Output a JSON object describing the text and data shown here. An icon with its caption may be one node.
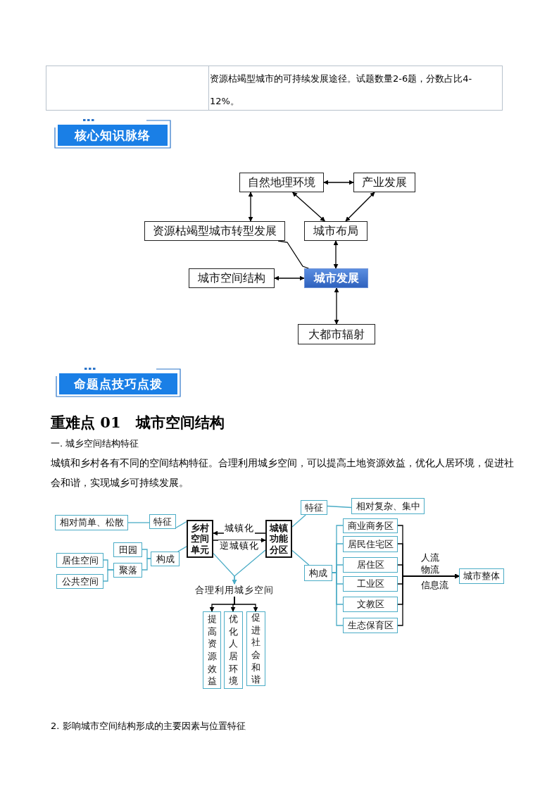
{
  "diagram": {
    "nodes": [
      {
        "text": [
          "自然地理环境"
        ]
      },
      {
        "text": [
          "产业发展"
        ]
      },
      {
        "text": [
          "资源枯竭型城市转型发展"
        ]
      },
      {
        "text": [
          "城市布局"
        ]
      },
      {
        "text": [
          "城市空间结构"
        ]
      },
      {
        "text": [
          "城市发展"
        ]
      },
      {
        "text": [
          "大都市辐射"
        ]
      },
      {
        "text": [
          "相对简单、松散"
        ]
      },
      {
        "text": [
          "特征"
        ]
      },
      {
        "text": [
          "田园"
        ]
      },
      {
        "text": [
          "居住空间"
        ]
      },
      {
        "text": [
          "聚落"
        ]
      },
      {
        "text": [
          "构成"
        ]
      },
      {
        "text": [
          "公共空间"
        ]
      },
      {
        "text": [
          "乡村空间单元"
        ]
      },
      {
        "text": [
          "城镇功能分区"
        ]
      },
      {
        "text": [
          "特征"
        ]
      },
      {
        "text": [
          "相对复杂、集中"
        ]
      },
      {
        "text": [
          "构成"
        ]
      },
      {
        "text": [
          "商业商务区"
        ]
      },
      {
        "text": [
          "居民住宅区"
        ]
      },
      {
        "text": [
          "居住区"
        ]
      },
      {
        "text": [
          "工业区"
        ]
      },
      {
        "text": [
          "文教区"
        ]
      },
      {
        "text": [
          "生态保育区"
        ]
      },
      {
        "text": [
          "城市整体"
        ]
      },
      {
        "text": [
          "合理利用城乡空间"
        ]
      },
      {
        "text": [
          "提高资源效益"
        ]
      },
      {
        "text": [
          "优化人居环境"
        ]
      },
      {
        "text": [
          "促进社会和谐"
        ]
      }
    ],
    "edges": [
      {
        "from": 0,
        "to": 1,
        "arrow": "both"
      },
      {
        "from": 0,
        "to": 2,
        "arrow": "both"
      },
      {
        "from": 0,
        "to": 3,
        "arrow": "both"
      },
      {
        "from": 1,
        "to": 3,
        "arrow": "both"
      },
      {
        "from": 2,
        "to": 5,
        "arrow": "none"
      },
      {
        "from": 3,
        "to": 5,
        "arrow": "both"
      },
      {
        "from": 4,
        "to": 5,
        "arrow": "both"
      },
      {
        "from": 5,
        "to": 6,
        "arrow": "both"
      },
      {
        "from": 7,
        "to": 8,
        "arrow": "none",
        "color": "#4bacc6"
      },
      {
        "from": 8,
        "to": 14,
        "arrow": "none",
        "color": "#4bacc6"
      },
      {
        "from": 9,
        "to": 12,
        "arrow": "none",
        "color": "#4bacc6"
      },
      {
        "from": 11,
        "to": 12,
        "arrow": "none",
        "color": "#4bacc6"
      },
      {
        "from": 10,
        "to": 11,
        "arrow": "none",
        "color": "#4bacc6"
      },
      {
        "from": 13,
        "to": 11,
        "arrow": "none",
        "color": "#4bacc6"
      },
      {
        "from": 12,
        "to": 14,
        "arrow": "none",
        "color": "#4bacc6"
      },
      {
        "from": 15,
        "to": 14,
        "arrow": "to",
        "label": "城镇化"
      },
      {
        "from": 14,
        "to": 15,
        "arrow": "to",
        "label": "逆城镇化"
      },
      {
        "from": 15,
        "to": 16,
        "arrow": "none",
        "color": "#4bacc6"
      },
      {
        "from": 16,
        "to": 17,
        "arrow": "none",
        "color": "#4bacc6"
      },
      {
        "from": 15,
        "to": 18,
        "arrow": "none",
        "color": "#4bacc6"
      },
      {
        "from": 18,
        "to": 19,
        "arrow": "none",
        "color": "#4bacc6"
      },
      {
        "from": 18,
        "to": 20,
        "arrow": "none",
        "color": "#4bacc6"
      },
      {
        "from": 18,
        "to": 21,
        "arrow": "none",
        "color": "#4bacc6"
      },
      {
        "from": 18,
        "to": 22,
        "arrow": "none",
        "color": "#4bacc6"
      },
      {
        "from": 18,
        "to": 23,
        "arrow": "none",
        "color": "#4bacc6"
      },
      {
        "from": 18,
        "to": 24,
        "arrow": "none",
        "color": "#4bacc6"
      },
      {
        "from": 19,
        "to": 25,
        "arrow": "to"
      },
      {
        "from": 20,
        "to": 25,
        "arrow": "to"
      },
      {
        "from": 21,
        "to": 25,
        "arrow": "to"
      },
      {
        "from": 22,
        "to": 25,
        "arrow": "to"
      },
      {
        "from": 23,
        "to": 25,
        "arrow": "to"
      },
      {
        "from": 24,
        "to": 25,
        "arrow": "to"
      },
      {
        "from": 14,
        "to": 26,
        "arrow": "to",
        "color": "#4bacc6"
      },
      {
        "from": 15,
        "to": 26,
        "arrow": "to",
        "color": "#4bacc6"
      },
      {
        "from": 26,
        "to": 27,
        "arrow": "to"
      },
      {
        "from": 26,
        "to": 28,
        "arrow": "to"
      },
      {
        "from": 26,
        "to": 29,
        "arrow": "to"
      }
    ],
    "labels": [
      "资源枯竭型城市的可持续发展途径。试题数量2-6题，分数占比4-12%。",
      "核心知识脉络",
      "命题点技巧点拨",
      "重难点 01　城市空间结构",
      "一. 城乡空间结构特征",
      "城镇和乡村各有不同的空间结构特征。合理利用城乡空间，可以提高土地资源效益，优化人居环境，促进社会和谐，实现城乡可持续发展。",
      "人流",
      "物流",
      "信息流",
      "2. 影响城市空间结构形成的主要因素与位置特征"
    ]
  }
}
